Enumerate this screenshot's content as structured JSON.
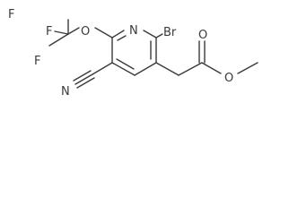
{
  "structure": {
    "atoms": {
      "F_top": "F",
      "F_left": "F",
      "F_bottom": "F",
      "O_ether": "O",
      "N_ring": "N",
      "Br": "Br",
      "N_nitrile": "N",
      "O_carbonyl": "O",
      "O_ester": "O"
    }
  }
}
